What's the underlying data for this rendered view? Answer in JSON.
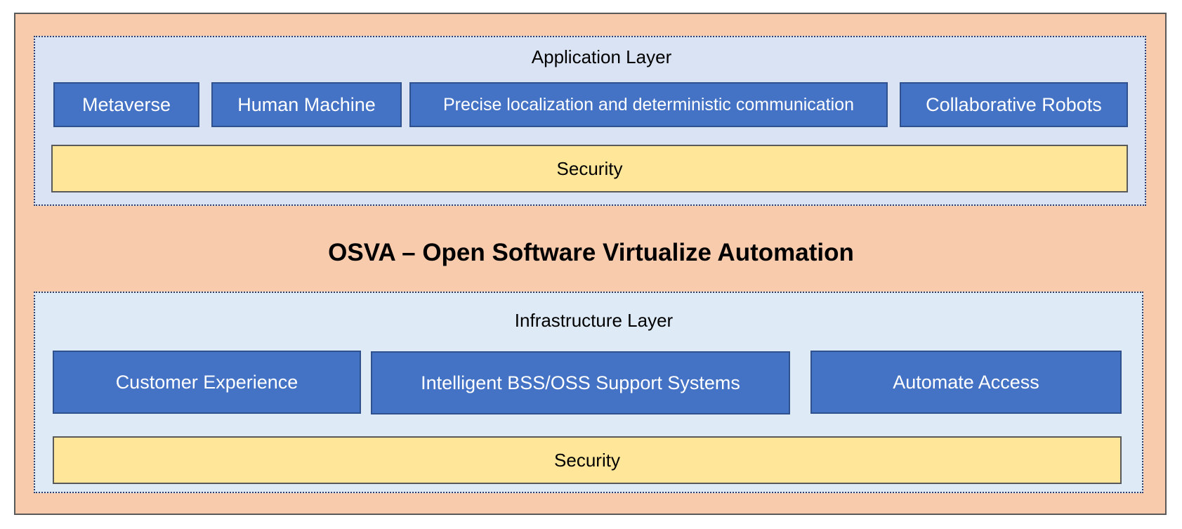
{
  "title": "OSVA – Open Software Virtualize Automation",
  "application_layer": {
    "label": "Application Layer",
    "components": [
      "Metaverse",
      "Human Machine",
      "Precise localization and deterministic communication",
      "Collaborative Robots"
    ],
    "security": "Security"
  },
  "infrastructure_layer": {
    "label": "Infrastructure Layer",
    "components": [
      "Customer Experience",
      "Intelligent BSS/OSS Support Systems",
      "Automate Access"
    ],
    "security": "Security"
  },
  "colors": {
    "outer_fill": "#f8cbad",
    "application_layer_fill": "#dae3f3",
    "infrastructure_layer_fill": "#deebf7",
    "component_fill": "#4472c4",
    "security_fill": "#ffe699"
  }
}
